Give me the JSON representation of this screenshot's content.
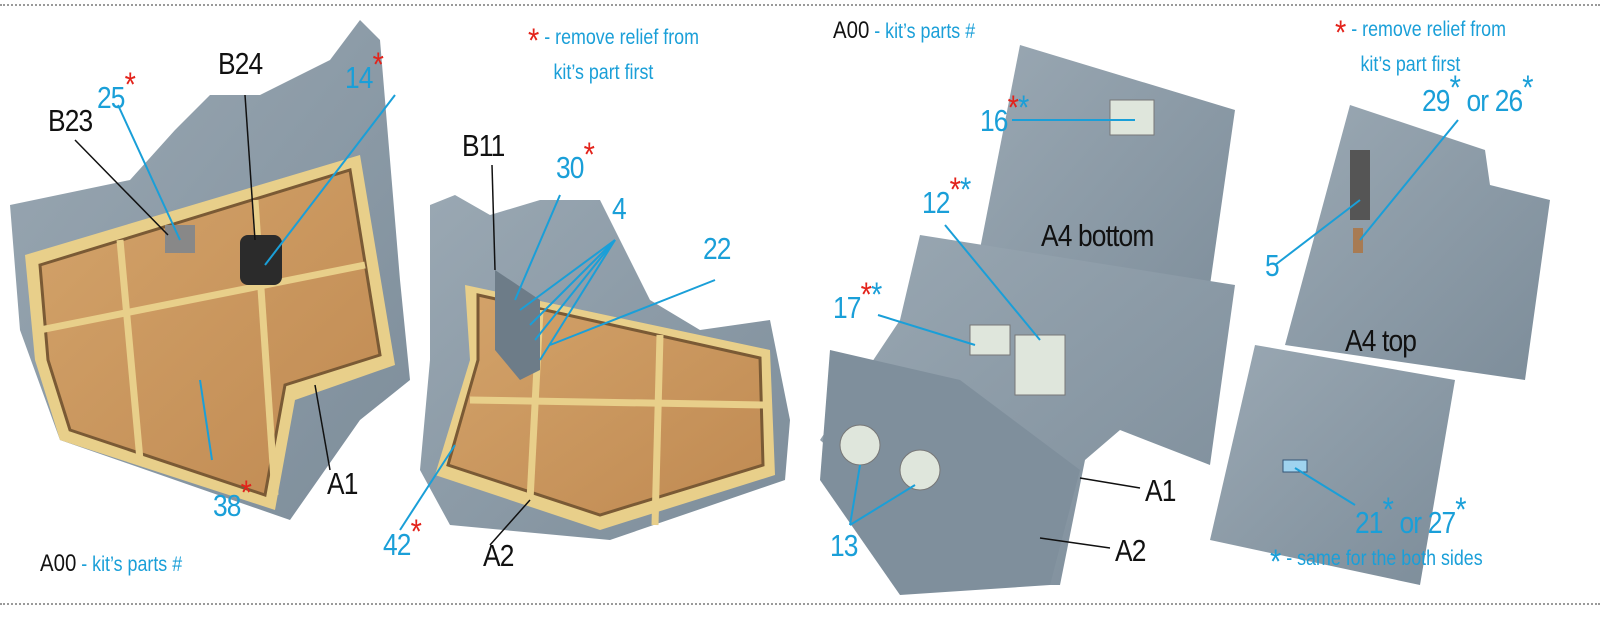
{
  "legend_left": {
    "code": "A00",
    "text": "- kit’s parts #"
  },
  "legend_relief_left": {
    "star": "*",
    "line1": "- remove relief from",
    "line2": "kit’s part first"
  },
  "legend_right": {
    "code": "A00",
    "text": "- kit’s parts #"
  },
  "legend_relief_right": {
    "star": "*",
    "line1": "- remove relief from",
    "line2": "kit’s part first"
  },
  "legend_both_sides": {
    "star": "*",
    "text": "- same for the both sides"
  },
  "labels": {
    "p25": {
      "text": "25",
      "red": "*"
    },
    "b24": {
      "text": "B24"
    },
    "p14": {
      "text": "14",
      "red": "*"
    },
    "b23": {
      "text": "B23"
    },
    "b11": {
      "text": "B11"
    },
    "p30": {
      "text": "30",
      "red": "*"
    },
    "p4": {
      "text": "4"
    },
    "p22": {
      "text": "22"
    },
    "p38": {
      "text": "38",
      "red": "*"
    },
    "a1_left": {
      "text": "A1"
    },
    "p42": {
      "text": "42",
      "red": "*"
    },
    "a2_left": {
      "text": "A2"
    },
    "p16": {
      "text": "16",
      "red": "*",
      "cyan": "*"
    },
    "p12": {
      "text": "12",
      "red": "*",
      "cyan": "*"
    },
    "a4_bottom": {
      "text": "A4 bottom"
    },
    "p29": {
      "text": "29",
      "cyan": "*",
      "or": " or ",
      "alt": "26",
      "cyan2": "*"
    },
    "p5": {
      "text": "5"
    },
    "p17": {
      "text": "17",
      "red": "*",
      "cyan": "*"
    },
    "a4_top": {
      "text": "A4 top"
    },
    "a1_right": {
      "text": "A1"
    },
    "p13": {
      "text": "13"
    },
    "a2_right": {
      "text": "A2"
    },
    "p21": {
      "text": "21",
      "cyan": "*",
      "or": " or ",
      "alt": "27",
      "cyan2": "*"
    }
  },
  "colors": {
    "cyan": "#1a9fd8",
    "red": "#e3231b",
    "panel": "#8797a4",
    "wood": "#c9955c",
    "frame": "#e8cf8a"
  }
}
